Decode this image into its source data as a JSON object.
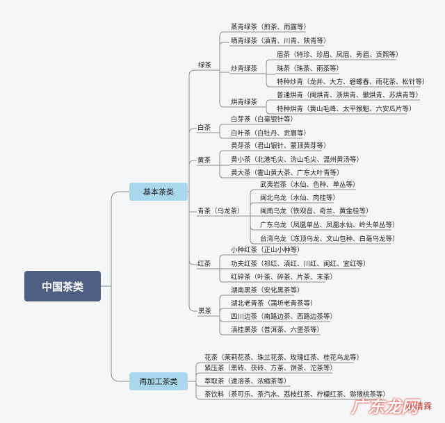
{
  "root": "中国茶类",
  "level1": [
    "基本茶类",
    "再加工茶类"
  ],
  "categories": {
    "green": "绿茶",
    "white": "白茶",
    "yellow": "黄茶",
    "oolong": "青茶（乌龙茶）",
    "red": "红茶",
    "black": "黑茶"
  },
  "green": {
    "steamed": "蒸青绿茶（煎茶、雨露等）",
    "sun": "晒青绿茶（滇青、川青、陕青等）",
    "fried": "炒青绿茶",
    "fried_items": [
      "眉茶（特珍、珍眉、凤眉、秀眉、贡熙等）",
      "珠茶（珠茶、雨茶等）",
      "特种炒青（龙井、大方、碧螺春、雨花茶、松针等）"
    ],
    "baked": "烘青绿茶",
    "baked_items": [
      "普通烘青（闽烘青、浙烘青、徽烘青、苏烘青等）",
      "特种烘青（黄山毛峰、太平猴魁、六安瓜片等）"
    ]
  },
  "white": [
    "白芽茶（白毫银针等）",
    "白叶茶（白牡丹、贡眉等）"
  ],
  "yellow": [
    "黄芽茶（君山银针、蒙顶黄芽等）",
    "黄小茶（北港毛尖、沩山毛尖、温州黄汤等）",
    "黄大茶（霍山黄大茶、广东大叶青等）"
  ],
  "oolong": [
    "武夷岩茶（水仙、色种、单丛等）",
    "闽北乌龙（水仙、肉桂等）",
    "闽南乌龙（铁观音、奇兰、黄金桂等）",
    "广东乌龙（凤凰单丛、凤凰水仙、岭头单丛等）",
    "台湾乌龙（冻顶乌龙、文山包种、白毫乌龙等）"
  ],
  "red": [
    "小种红茶（正山小种等）",
    "功夫红茶（祁红、滇红、川红、闽红、宜红等）",
    "红碎茶（叶茶、碎茶、片茶、末茶）"
  ],
  "black": [
    "湖南黑茶（安化黑茶等）",
    "湖北老青茶（蒲圻老青茶等）",
    "四川边茶（南路边茶、西路边茶等）",
    "滇桂黑茶（普洱茶、六堡茶等）"
  ],
  "processed": [
    "花茶（茉莉花茶、珠兰花茶、玫瑰红茶、桂花乌龙等）",
    "紧压茶（黑砖、茯砖、方茶、饼茶、沱茶等）",
    "萃取茶（速溶茶、浓缩茶等）",
    "茶饮料（茶可乐、茶汽水、荔枝红茶、柠檬红茶、猕猴桃茶等）"
  ],
  "watermark": "广东龙网",
  "watermark_small": "小清霖",
  "colors": {
    "root": "#4e5f82",
    "level1": "#a9d7ec",
    "line": "#8c8c8c"
  }
}
